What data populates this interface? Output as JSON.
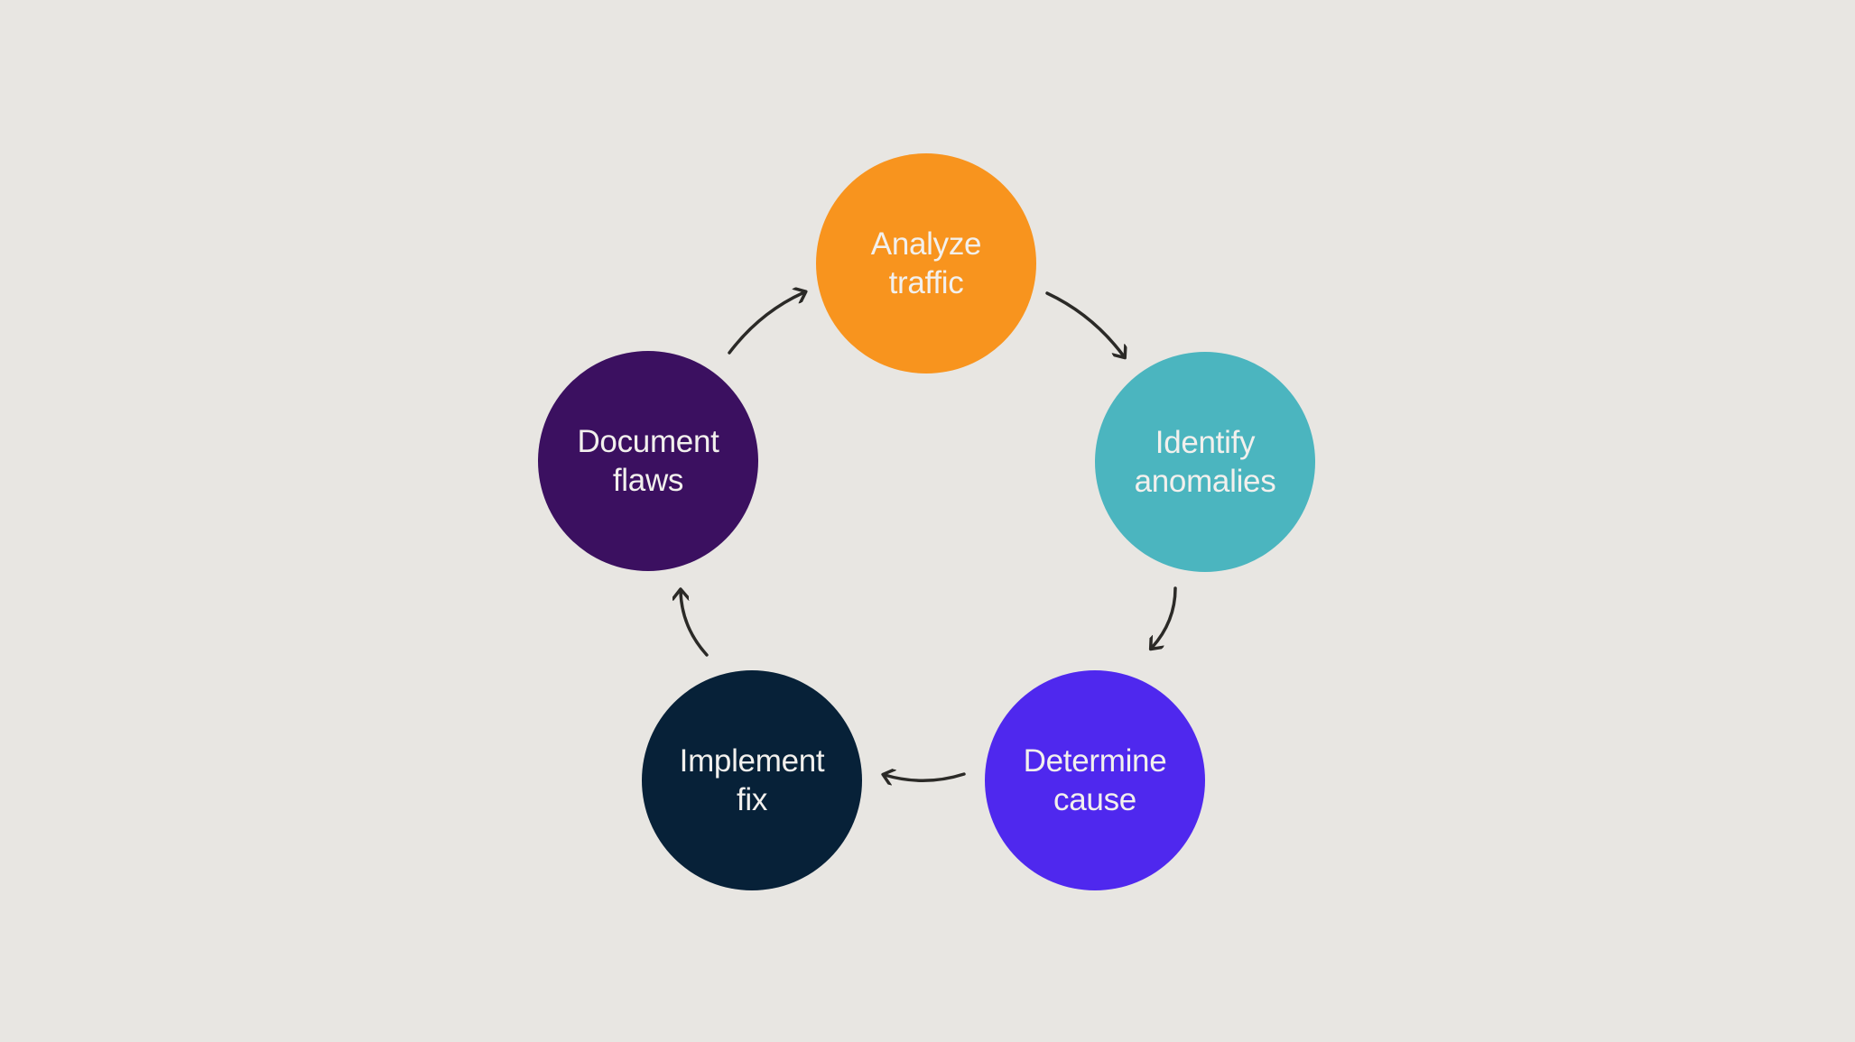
{
  "diagram": {
    "type": "cycle",
    "background_color": "#E8E6E2",
    "arrow_color": "#2B2A27",
    "label_color": "#F2F0ED",
    "nodes": [
      {
        "id": "analyze-traffic",
        "label": "Analyze traffic",
        "color": "#F8941E"
      },
      {
        "id": "identify-anomalies",
        "label": "Identify anomalies",
        "color": "#4BB5BF"
      },
      {
        "id": "determine-cause",
        "label": "Determine cause",
        "color": "#4F28EE"
      },
      {
        "id": "implement-fix",
        "label": "Implement fix",
        "color": "#072138"
      },
      {
        "id": "document-flaws",
        "label": "Document flaws",
        "color": "#3B1060"
      }
    ],
    "arrows": [
      {
        "from": "analyze-traffic",
        "to": "identify-anomalies"
      },
      {
        "from": "identify-anomalies",
        "to": "determine-cause"
      },
      {
        "from": "determine-cause",
        "to": "implement-fix"
      },
      {
        "from": "implement-fix",
        "to": "document-flaws"
      },
      {
        "from": "document-flaws",
        "to": "analyze-traffic"
      }
    ]
  }
}
